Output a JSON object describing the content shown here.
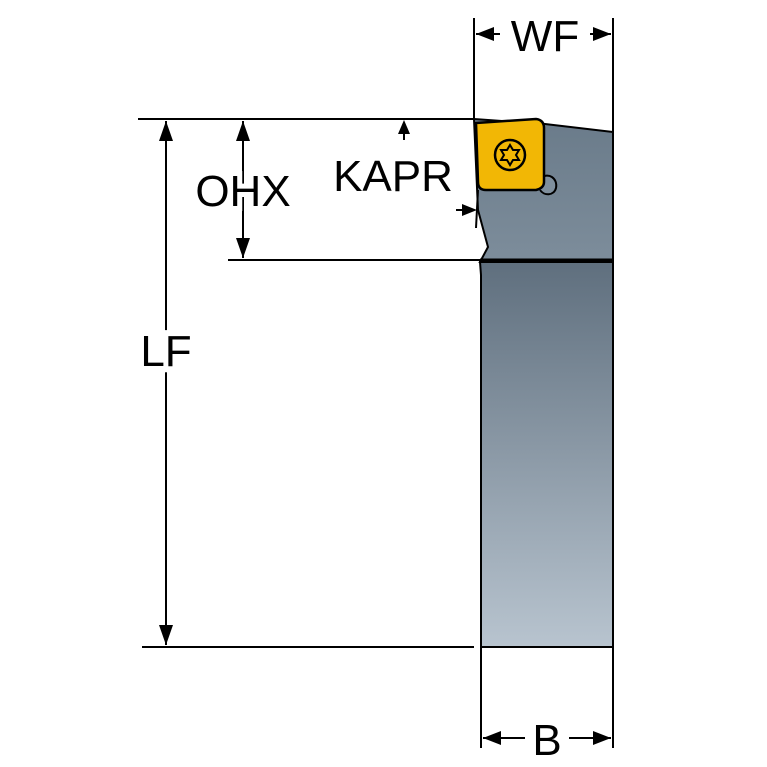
{
  "labels": {
    "wf": "WF",
    "ohx": "OHX",
    "kapr": "KAPR",
    "lf": "LF",
    "b": "B"
  },
  "colors": {
    "insert": "#f2b705",
    "insert_edge": "#000000",
    "body_light": "#b9c6d1",
    "body_dark": "#5e7080",
    "line": "#000000"
  }
}
